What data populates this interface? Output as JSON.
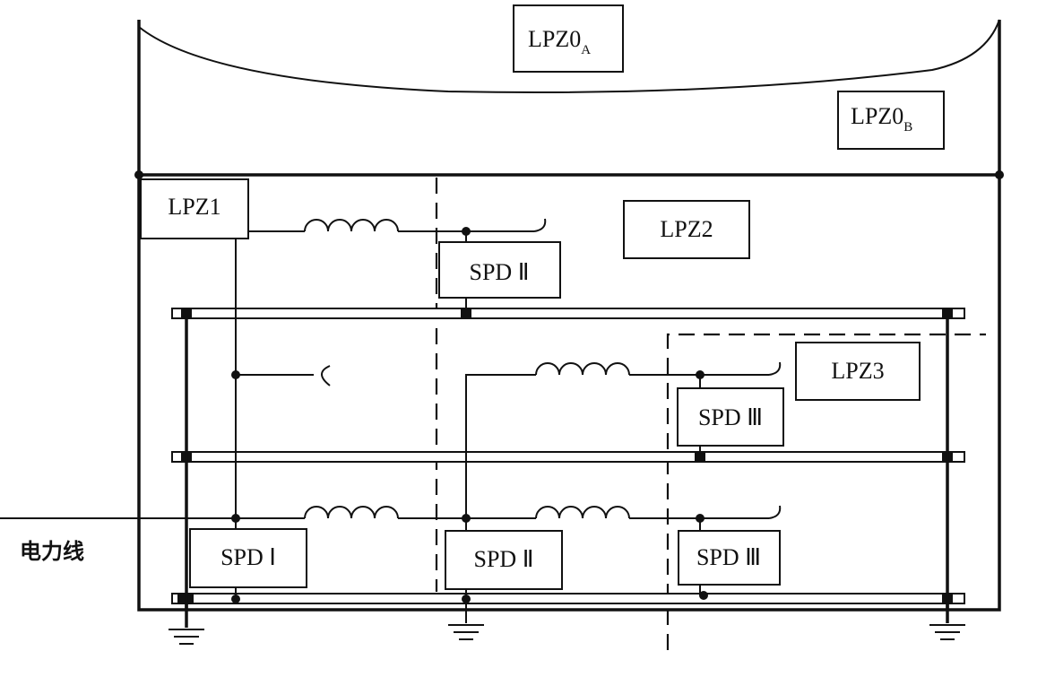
{
  "zones": {
    "lpz0a": {
      "main": "LPZ0",
      "sub": "A"
    },
    "lpz0b": {
      "main": "LPZ0",
      "sub": "B"
    },
    "lpz1": "LPZ1",
    "lpz2": "LPZ2",
    "lpz3": "LPZ3"
  },
  "spd": {
    "spd2_upper": "SPD Ⅱ",
    "spd3_upper": "SPD Ⅲ",
    "spd1_lower": "SPD Ⅰ",
    "spd2_lower": "SPD Ⅱ",
    "spd3_lower": "SPD Ⅲ"
  },
  "power_line_label": "电力线"
}
